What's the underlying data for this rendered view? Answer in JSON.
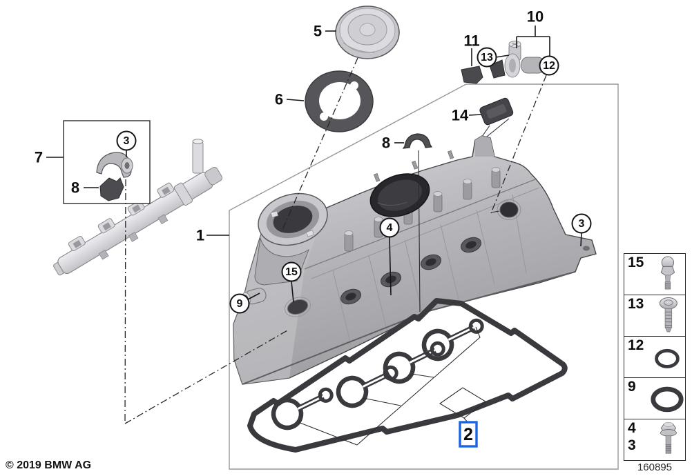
{
  "window": {
    "background": "#ffffff"
  },
  "footer": {
    "copyright": "© 2019 BMW AG",
    "diagram_number": "160895"
  },
  "highlight": {
    "selected_callout": "2",
    "color": "#1a64e0"
  },
  "callouts": {
    "n1": "1",
    "n2": "2",
    "n3": "3",
    "n4": "4",
    "n5": "5",
    "n6": "6",
    "n7": "7",
    "n8": "8",
    "n9": "9",
    "n10": "10",
    "n11": "11",
    "n12": "12",
    "n13": "13",
    "n14": "14",
    "n15": "15"
  },
  "legend": {
    "rows": [
      {
        "labels": [
          "15"
        ],
        "icon": "ball-stud-icon"
      },
      {
        "labels": [
          "13"
        ],
        "icon": "pan-head-screw-icon"
      },
      {
        "labels": [
          "12"
        ],
        "icon": "small-o-ring-icon"
      },
      {
        "labels": [
          "9"
        ],
        "icon": "large-o-ring-icon"
      },
      {
        "labels": [
          "4",
          "3"
        ],
        "icon": "flange-bolt-icon"
      }
    ]
  }
}
